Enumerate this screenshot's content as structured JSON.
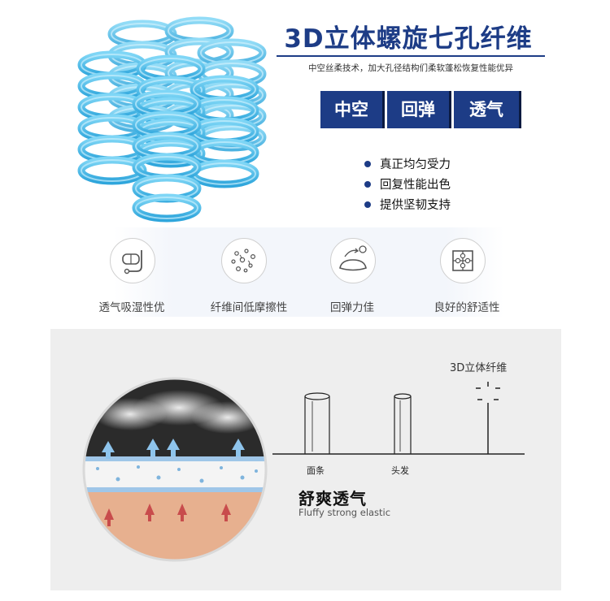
{
  "header": {
    "title": "3D立体螺旋七孔纤维",
    "subtitle": "中空丝柔技术，加大孔径结构们柔软蓬松恢复性能优异"
  },
  "badges": [
    "中空",
    "回弹",
    "透气"
  ],
  "features": [
    "真正均匀受力",
    "回复性能出色",
    "提供坚韧支持"
  ],
  "properties": [
    {
      "label": "透气吸湿性优",
      "icon": "snorkel-icon"
    },
    {
      "label": "纤维间低摩擦性",
      "icon": "particles-icon"
    },
    {
      "label": "回弹力佳",
      "icon": "pillow-icon"
    },
    {
      "label": "良好的舒适性",
      "icon": "puzzle-icon"
    }
  ],
  "comparison": {
    "fiber_label": "3D立体纤维",
    "items": [
      "面条",
      "头发"
    ]
  },
  "comfort": {
    "title": "舒爽透气",
    "subtitle": "Fluffy strong elastic"
  },
  "colors": {
    "accent": "#1d3c86",
    "spring": "#5cc4ec"
  }
}
